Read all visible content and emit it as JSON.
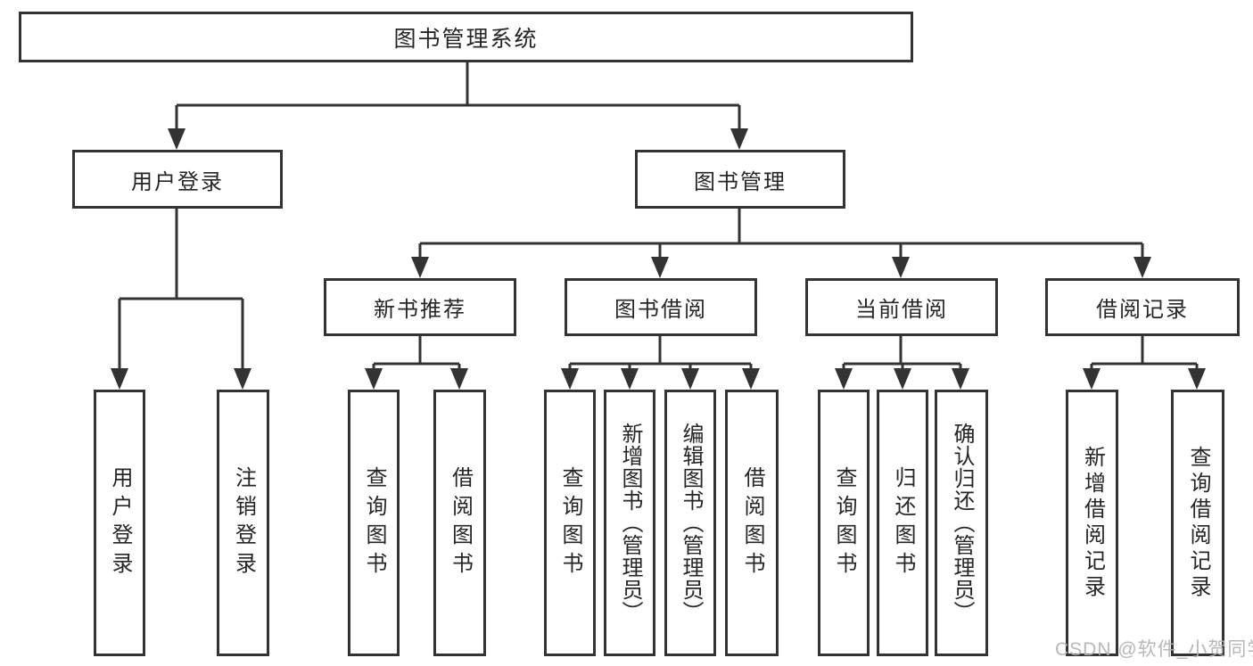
{
  "watermark": "CSDN @软件_小贺同学",
  "colors": {
    "line": "#333333",
    "border": "#333333",
    "text": "#262626",
    "background": "#ffffff",
    "watermark": "#b2b2b2"
  },
  "tree": {
    "root": {
      "label": "图书管理系统",
      "children": [
        {
          "label": "用户登录",
          "children": [
            {
              "label": "用户登录"
            },
            {
              "label": "注销登录"
            }
          ]
        },
        {
          "label": "图书管理",
          "children": [
            {
              "label": "新书推荐",
              "children": [
                {
                  "label": "查询图书"
                },
                {
                  "label": "借阅图书"
                }
              ]
            },
            {
              "label": "图书借阅",
              "children": [
                {
                  "label": "查询图书"
                },
                {
                  "label": "新增图书（管理员）"
                },
                {
                  "label": "编辑图书（管理员）"
                },
                {
                  "label": "借阅图书"
                }
              ]
            },
            {
              "label": "当前借阅",
              "children": [
                {
                  "label": "查询图书"
                },
                {
                  "label": "归还图书"
                },
                {
                  "label": "确认归还（管理员）"
                }
              ]
            },
            {
              "label": "借阅记录",
              "children": [
                {
                  "label": "新增借阅记录"
                },
                {
                  "label": "查询借阅记录"
                }
              ]
            }
          ]
        }
      ]
    }
  }
}
